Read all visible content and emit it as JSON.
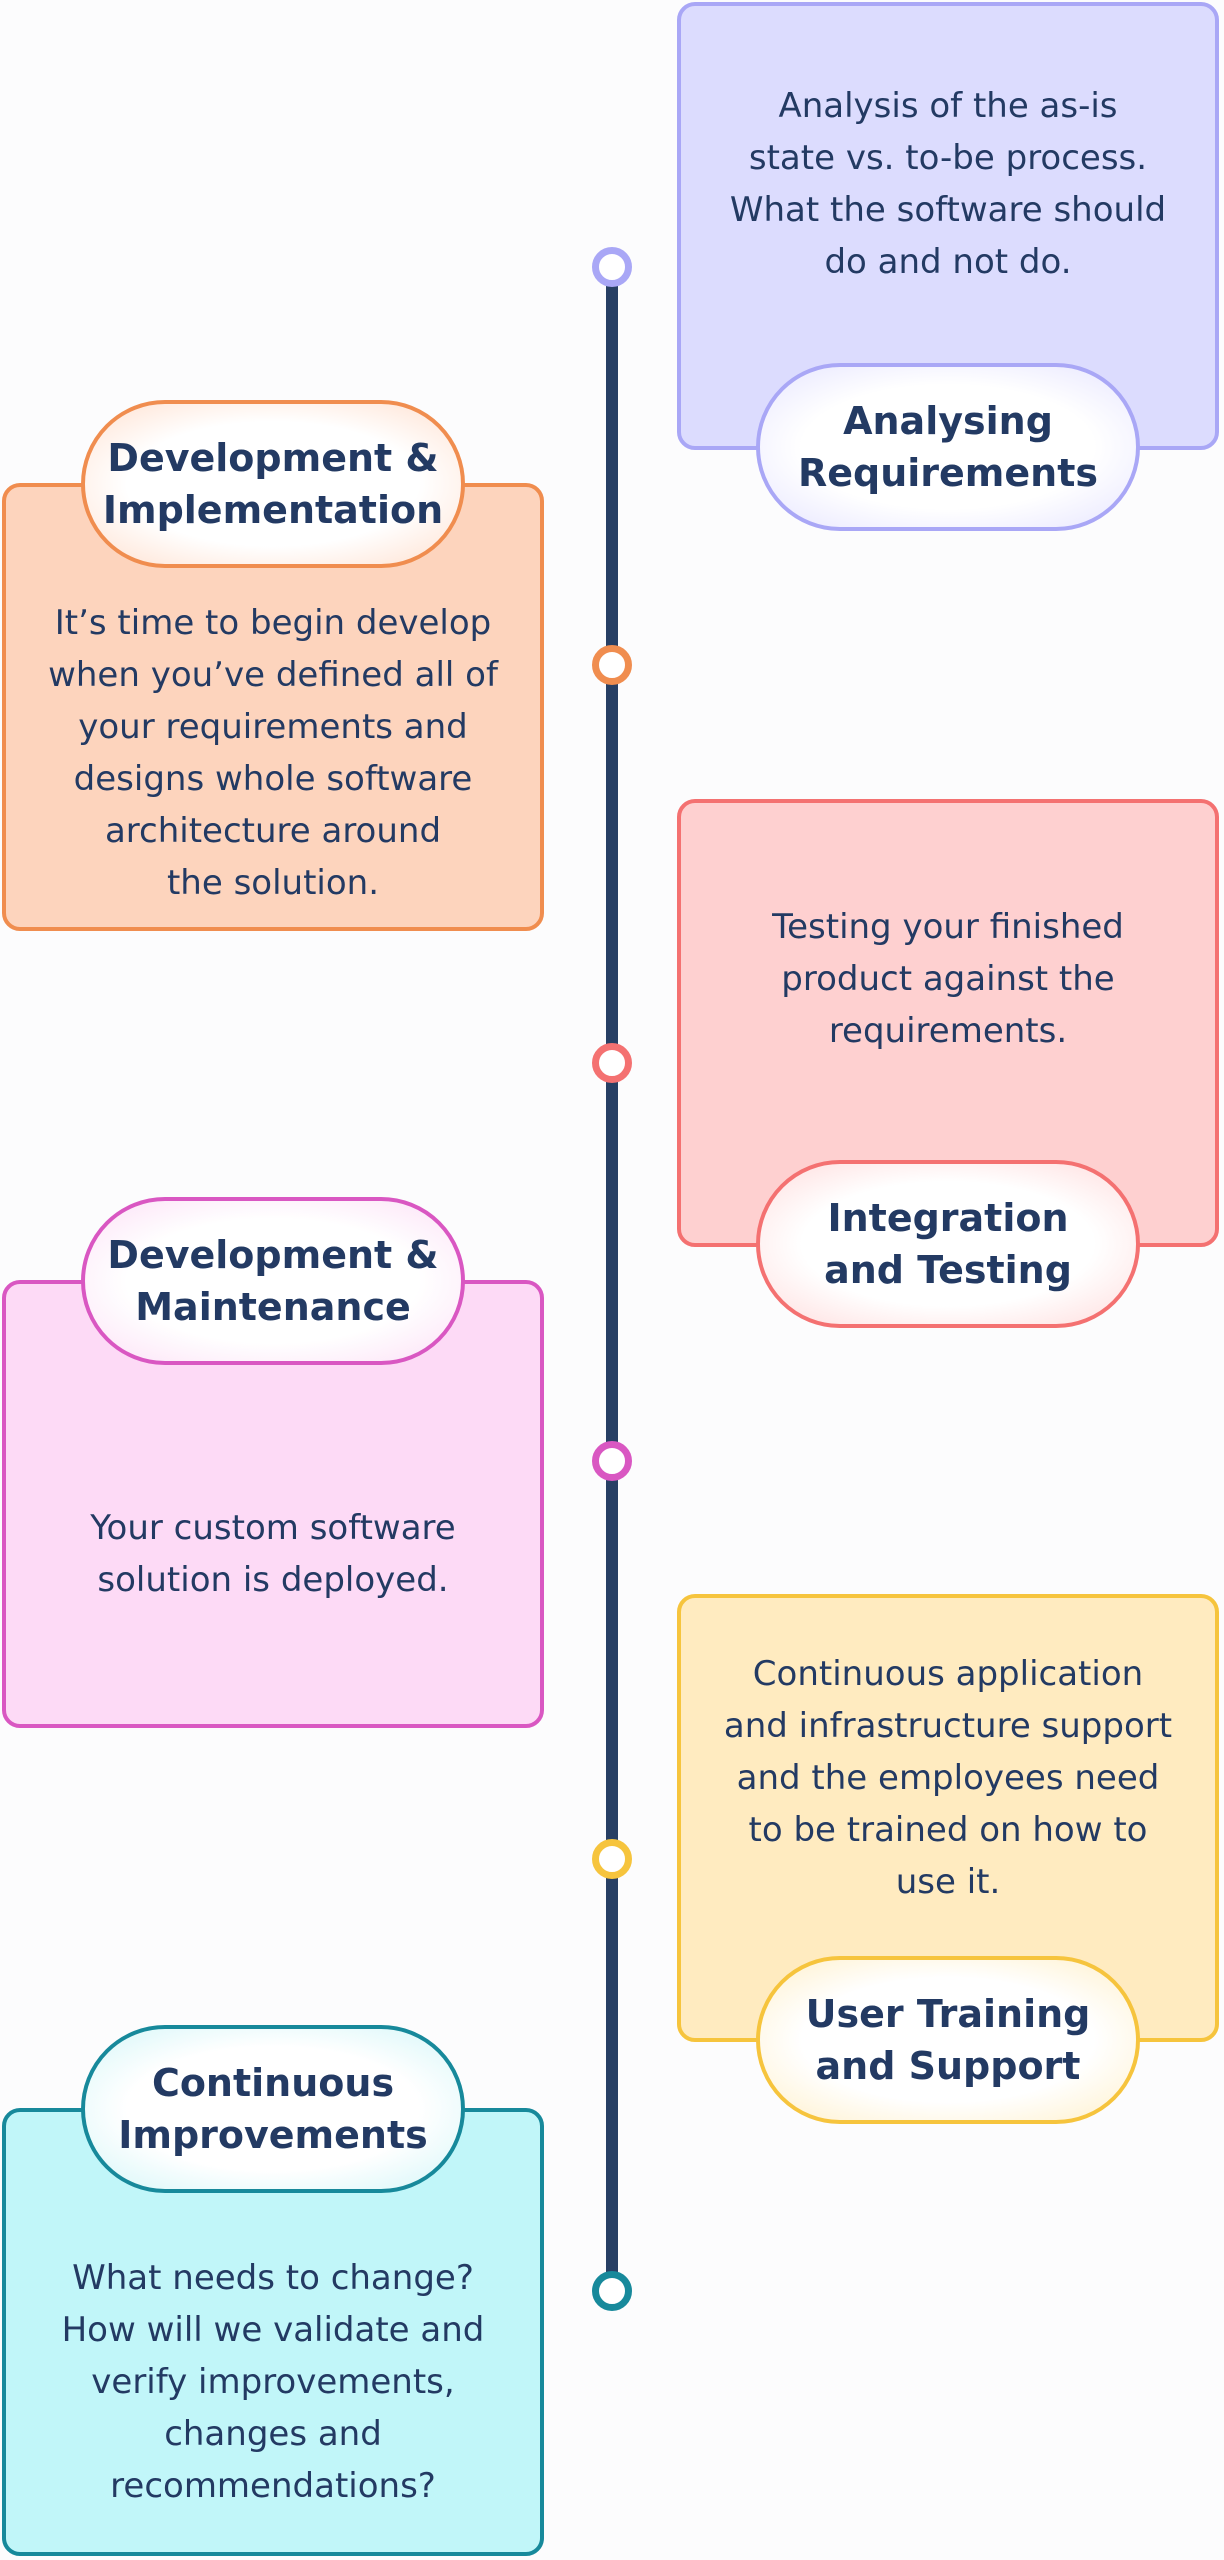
{
  "steps": [
    {
      "title": "Analysing\nRequirements",
      "description": "Analysis of the as-is\nstate vs. to-be process.\nWhat the software should\ndo and not do.",
      "color": "#a9a7f6",
      "fill": "#dcdcfe",
      "side": "right"
    },
    {
      "title": "Development &\nImplementation",
      "description": "It’s time to begin develop\nwhen you’ve defined all of\nyour requirements and\ndesigns whole software\narchitecture around\nthe solution.",
      "color": "#f08d4f",
      "fill": "#fdd4bd",
      "side": "left"
    },
    {
      "title": "Integration\nand Testing",
      "description": "Testing your finished\nproduct against the\nrequirements.",
      "color": "#f47171",
      "fill": "#fed0d0",
      "side": "right"
    },
    {
      "title": "Development &\nMaintenance",
      "description": "Your custom software\nsolution is deployed.",
      "color": "#d957c2",
      "fill": "#fddaf6",
      "side": "left"
    },
    {
      "title": "User Training\nand Support",
      "description": "Continuous application\nand infrastructure support\nand the employees need\nto be trained on how to\nuse it.",
      "color": "#f6c43d",
      "fill": "#ffebc0",
      "side": "right"
    },
    {
      "title": "Continuous\nImprovements",
      "description": "What needs to change?\nHow will we validate and\nverify improvements,\nchanges and\nrecommendations?",
      "color": "#17899b",
      "fill": "#c1f6f9",
      "side": "left"
    }
  ],
  "timeline_color": "#273f64"
}
